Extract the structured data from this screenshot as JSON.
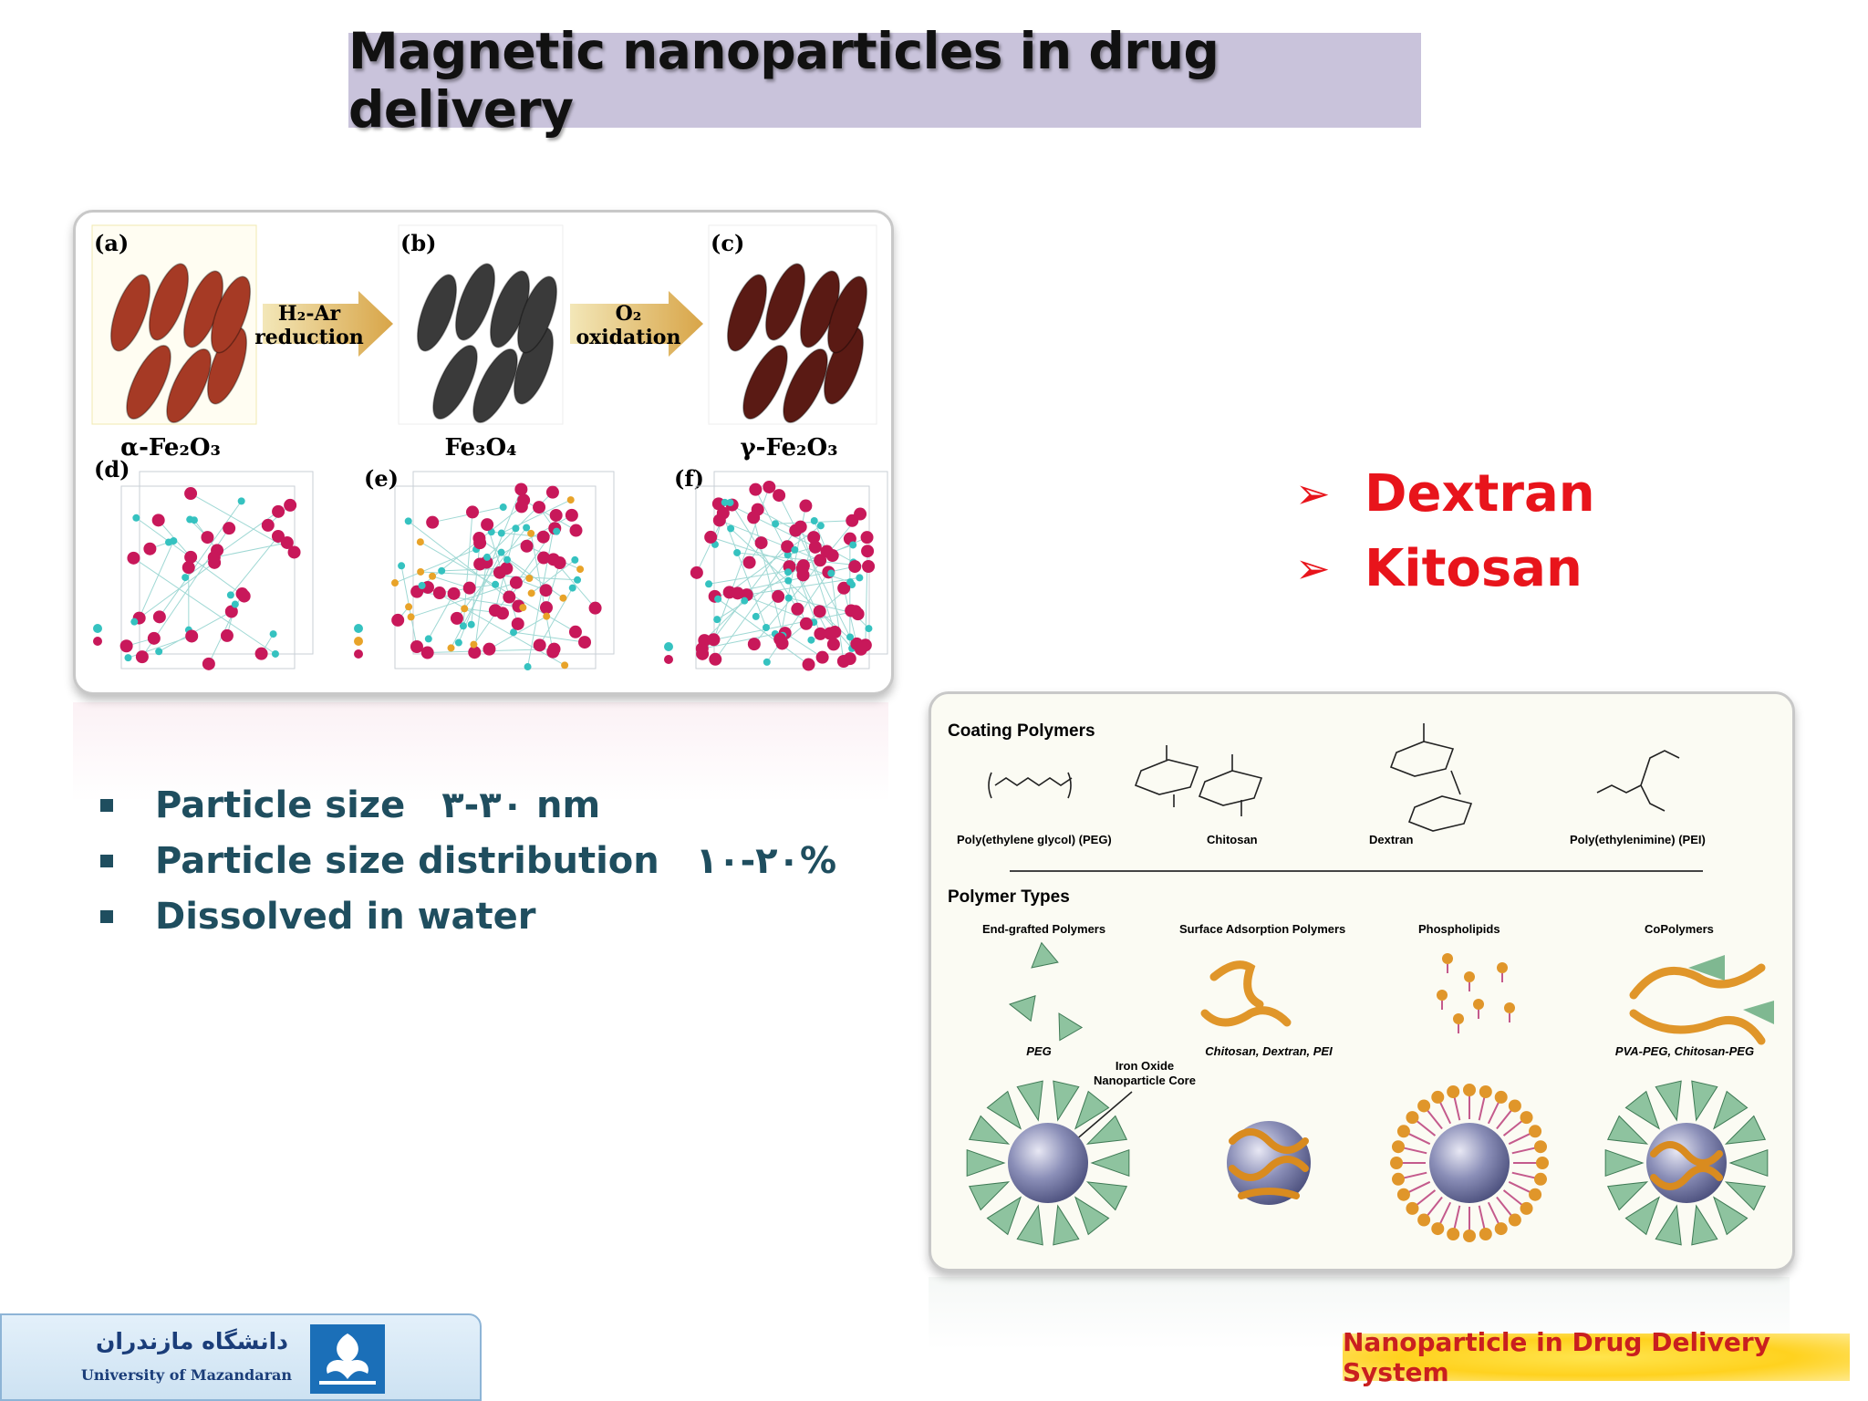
{
  "title": "Magnetic nanoparticles in drug delivery",
  "phase_figure": {
    "panel_labels": [
      "(a)",
      "(b)",
      "(c)",
      "(d)",
      "(e)",
      "(f)"
    ],
    "arrow1": {
      "line1": "H₂-Ar",
      "line2": "reduction"
    },
    "arrow2": {
      "line1": "O₂",
      "line2": "oxidation"
    },
    "phases": [
      "α-Fe₂O₃",
      "Fe₃O₄",
      "γ-Fe₂O₃"
    ],
    "particle_colors": [
      "#a63a25",
      "#3a3a3a",
      "#5a1a14"
    ]
  },
  "bullets": [
    {
      "label": "Particle size",
      "value": "۳-۳۰ nm"
    },
    {
      "label": "Particle size distribution",
      "value": "۱۰-۲۰%"
    },
    {
      "label": "Dissolved in water",
      "value": ""
    }
  ],
  "coatings_list": [
    "Dextran",
    "Kitosan"
  ],
  "polymer_figure": {
    "coating_heading": "Coating Polymers",
    "coating_names": [
      "Poly(ethylene glycol) (PEG)",
      "Chitosan",
      "Dextran",
      "Poly(ethylenimine) (PEI)"
    ],
    "types_heading": "Polymer Types",
    "types": [
      "End-grafted Polymers",
      "Surface Adsorption Polymers",
      "Phospholipids",
      "CoPolymers"
    ],
    "type_captions": [
      "PEG",
      "Chitosan, Dextran, PEI",
      "",
      "PVA-PEG, Chitosan-PEG"
    ],
    "core_label_line1": "Iron Oxide",
    "core_label_line2": "Nanoparticle Core"
  },
  "logo": {
    "name_fa": "دانشگاه مازندران",
    "name_en": "University of Mazandaran"
  },
  "footer": "Nanoparticle in Drug Delivery System"
}
